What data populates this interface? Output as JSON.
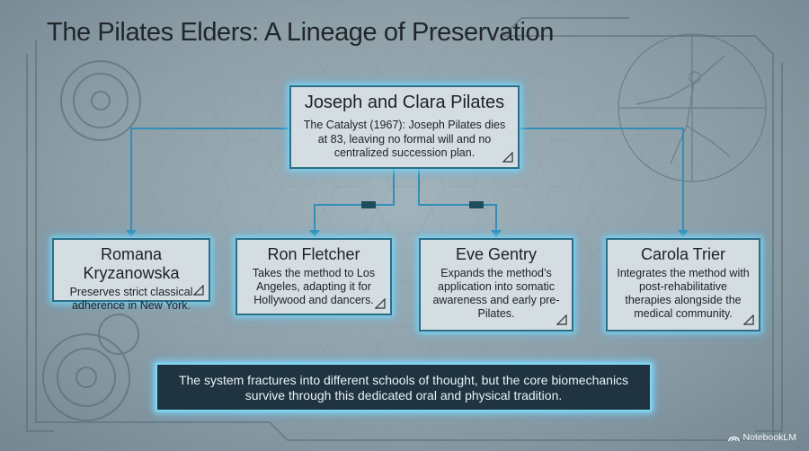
{
  "title": "The Pilates Elders: A Lineage of Preservation",
  "root": {
    "name": "Joseph and Clara Pilates",
    "description": "The Catalyst (1967): Joseph Pilates dies at 83, leaving no formal will and no centralized succession plan."
  },
  "elders": [
    {
      "name": "Romana Kryzanowska",
      "description": "Preserves strict classical adherence in New York."
    },
    {
      "name": "Ron Fletcher",
      "description": "Takes the method to Los Angeles, adapting it for Hollywood and dancers."
    },
    {
      "name": "Eve Gentry",
      "description": "Expands the method’s application into somatic awareness and early pre-Pilates."
    },
    {
      "name": "Carola Trier",
      "description": "Integrates the method with post-rehabilitative therapies alongside the medical community."
    }
  ],
  "footer_note": "The system fractures into different schools of thought, but the core biomechanics survive through this dedicated oral and physical tradition.",
  "brand": "NotebookLM",
  "colors": {
    "connector": "#2f8fb8",
    "glow": "#7fd7f2",
    "card_fill": "#d4dde1",
    "note_fill": "#1f3340"
  }
}
